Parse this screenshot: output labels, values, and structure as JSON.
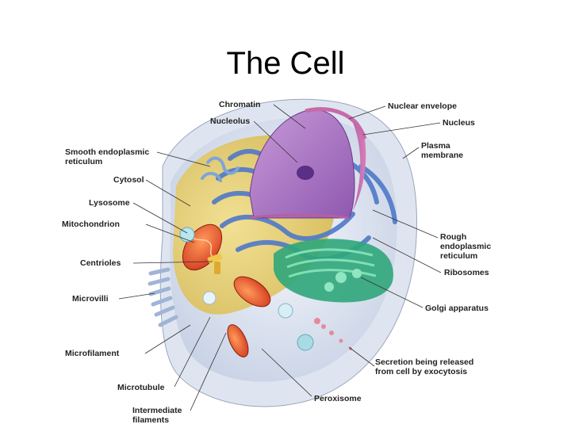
{
  "slide": {
    "title": "The Cell"
  },
  "labels": {
    "chromatin": "Chromatin",
    "nucleolus": "Nucleolus",
    "nuclear_envelope": "Nuclear envelope",
    "nucleus": "Nucleus",
    "smooth_er": "Smooth endoplasmic\nreticulum",
    "plasma_membrane": "Plasma\nmembrane",
    "cytosol": "Cytosol",
    "lysosome": "Lysosome",
    "mitochondrion": "Mitochondrion",
    "rough_er": "Rough\nendoplasmic\nreticulum",
    "centrioles": "Centrioles",
    "ribosomes": "Ribosomes",
    "microvilli": "Microvilli",
    "golgi": "Golgi apparatus",
    "microfilament": "Microfilament",
    "secretion": "Secretion being released\nfrom cell by exocytosis",
    "microtubule": "Microtubule",
    "peroxisome": "Peroxisome",
    "intermediate_filaments": "Intermediate\nfilaments"
  }
}
